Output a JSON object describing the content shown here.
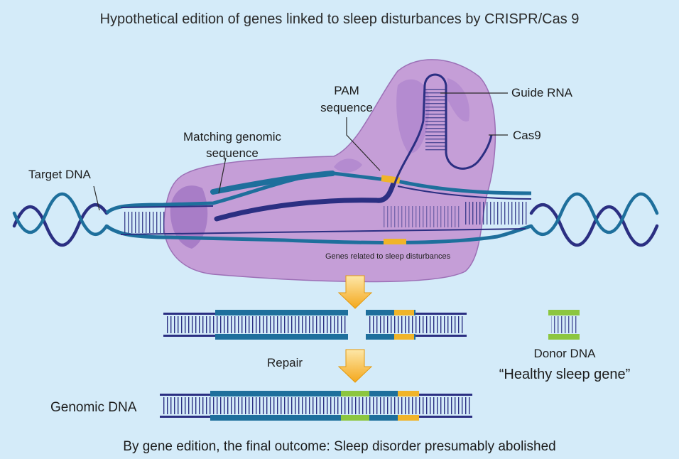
{
  "title": "Hypothetical edition of genes linked to sleep disturbances by CRISPR/Cas 9",
  "labels": {
    "pam_line1": "PAM",
    "pam_line2": "sequence",
    "guide_rna": "Guide RNA",
    "cas9": "Cas9",
    "matching_line1": "Matching genomic",
    "matching_line2": "sequence",
    "target_dna": "Target DNA",
    "genes_related": "Genes related to sleep disturbances",
    "repair": "Repair",
    "donor_dna": "Donor DNA",
    "healthy_gene": "“Healthy sleep gene”",
    "genomic_dna": "Genomic DNA"
  },
  "caption": "By gene edition, the final outcome: Sleep disorder presumably abolished",
  "colors": {
    "background": "#d4ebf9",
    "cas9_protein": "#c59ad6",
    "dna_strand_dark": "#2b2f82",
    "dna_strand_teal": "#1e6f9c",
    "pam_yellow": "#f0b429",
    "donor_green": "#8cc63f",
    "arrow_orange": "#f4a81d"
  }
}
